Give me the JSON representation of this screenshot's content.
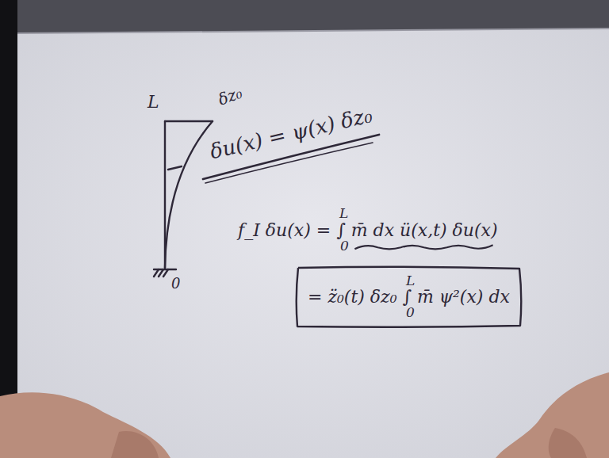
{
  "diagram": {
    "nodes": [
      {
        "text": [
          "= z̈₀(t) δz₀ ∫ m̄ ψ²(x) dx",
          "L",
          "0"
        ]
      }
    ],
    "labels": [
      "L",
      "δz₀",
      "δu(x) = ψ(x) δz₀",
      "0",
      "L",
      "f_I δu(x) = ∫ m̄ dx ü(x,t) δu(x)",
      "0"
    ]
  }
}
